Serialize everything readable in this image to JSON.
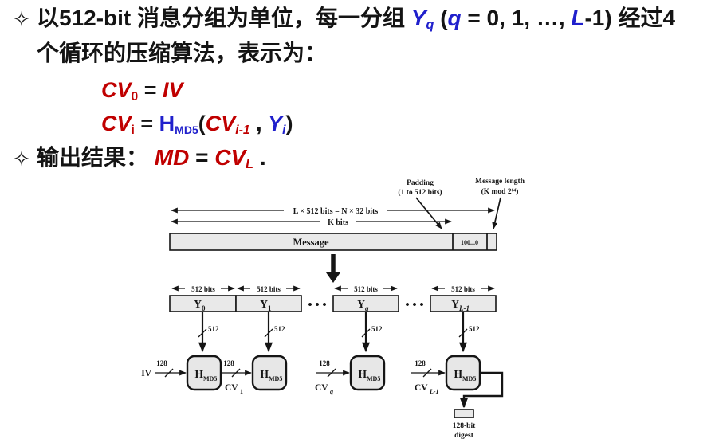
{
  "colors": {
    "formula_red": "#C00000",
    "formula_blue": "#2020CC",
    "block_fill": "#E9E9E9"
  },
  "content": {
    "bullet_marker": "✧",
    "para1": {
      "pre": "以512-bit 消息分组为单位，每一分组 ",
      "y": "Y",
      "y_sub": "q",
      "open": " (",
      "q": "q",
      "mid": " = 0, 1, …, ",
      "l": "L",
      "tail": "-1) 经过4",
      "line2": "个循环的压缩算法，表示为："
    },
    "formula1": {
      "cv": "CV",
      "sub": "0",
      "eq": " = ",
      "iv": "IV"
    },
    "formula2": {
      "cv": "CV",
      "sub": "i",
      "eq": " = ",
      "h": "H",
      "h_sub": "MD5",
      "open": "(",
      "cv2": "CV",
      "cv2_sub": "i-1",
      "comma": " , ",
      "y": "Y",
      "y_sub": "i",
      "close": ")"
    },
    "para2": {
      "pre": "输出结果： ",
      "md": "MD",
      "eq": " = ",
      "cv": "CV",
      "sub": "L",
      "tail": " ."
    }
  },
  "diagram": {
    "padding_label_1": "Padding",
    "padding_label_2": "(1 to 512 bits)",
    "length_label_1": "Message length",
    "length_label_2": "(K mod 2⁶⁴)",
    "span_total": "L × 512 bits = N × 32 bits",
    "span_k": "K bits",
    "message": "Message",
    "padding_bits": "100...0",
    "block_bits": "512 bits",
    "ellipsis": "• • •",
    "bus512": "512",
    "bus128": "128",
    "iv": "IV",
    "h": "H",
    "h_sub": "MD5",
    "y": "Y",
    "y_subs": [
      "0",
      "1",
      "q",
      "L-1"
    ],
    "cv": "CV",
    "cv_subs": [
      "1",
      "q",
      "L-1"
    ],
    "digest_1": "128-bit",
    "digest_2": "digest"
  }
}
